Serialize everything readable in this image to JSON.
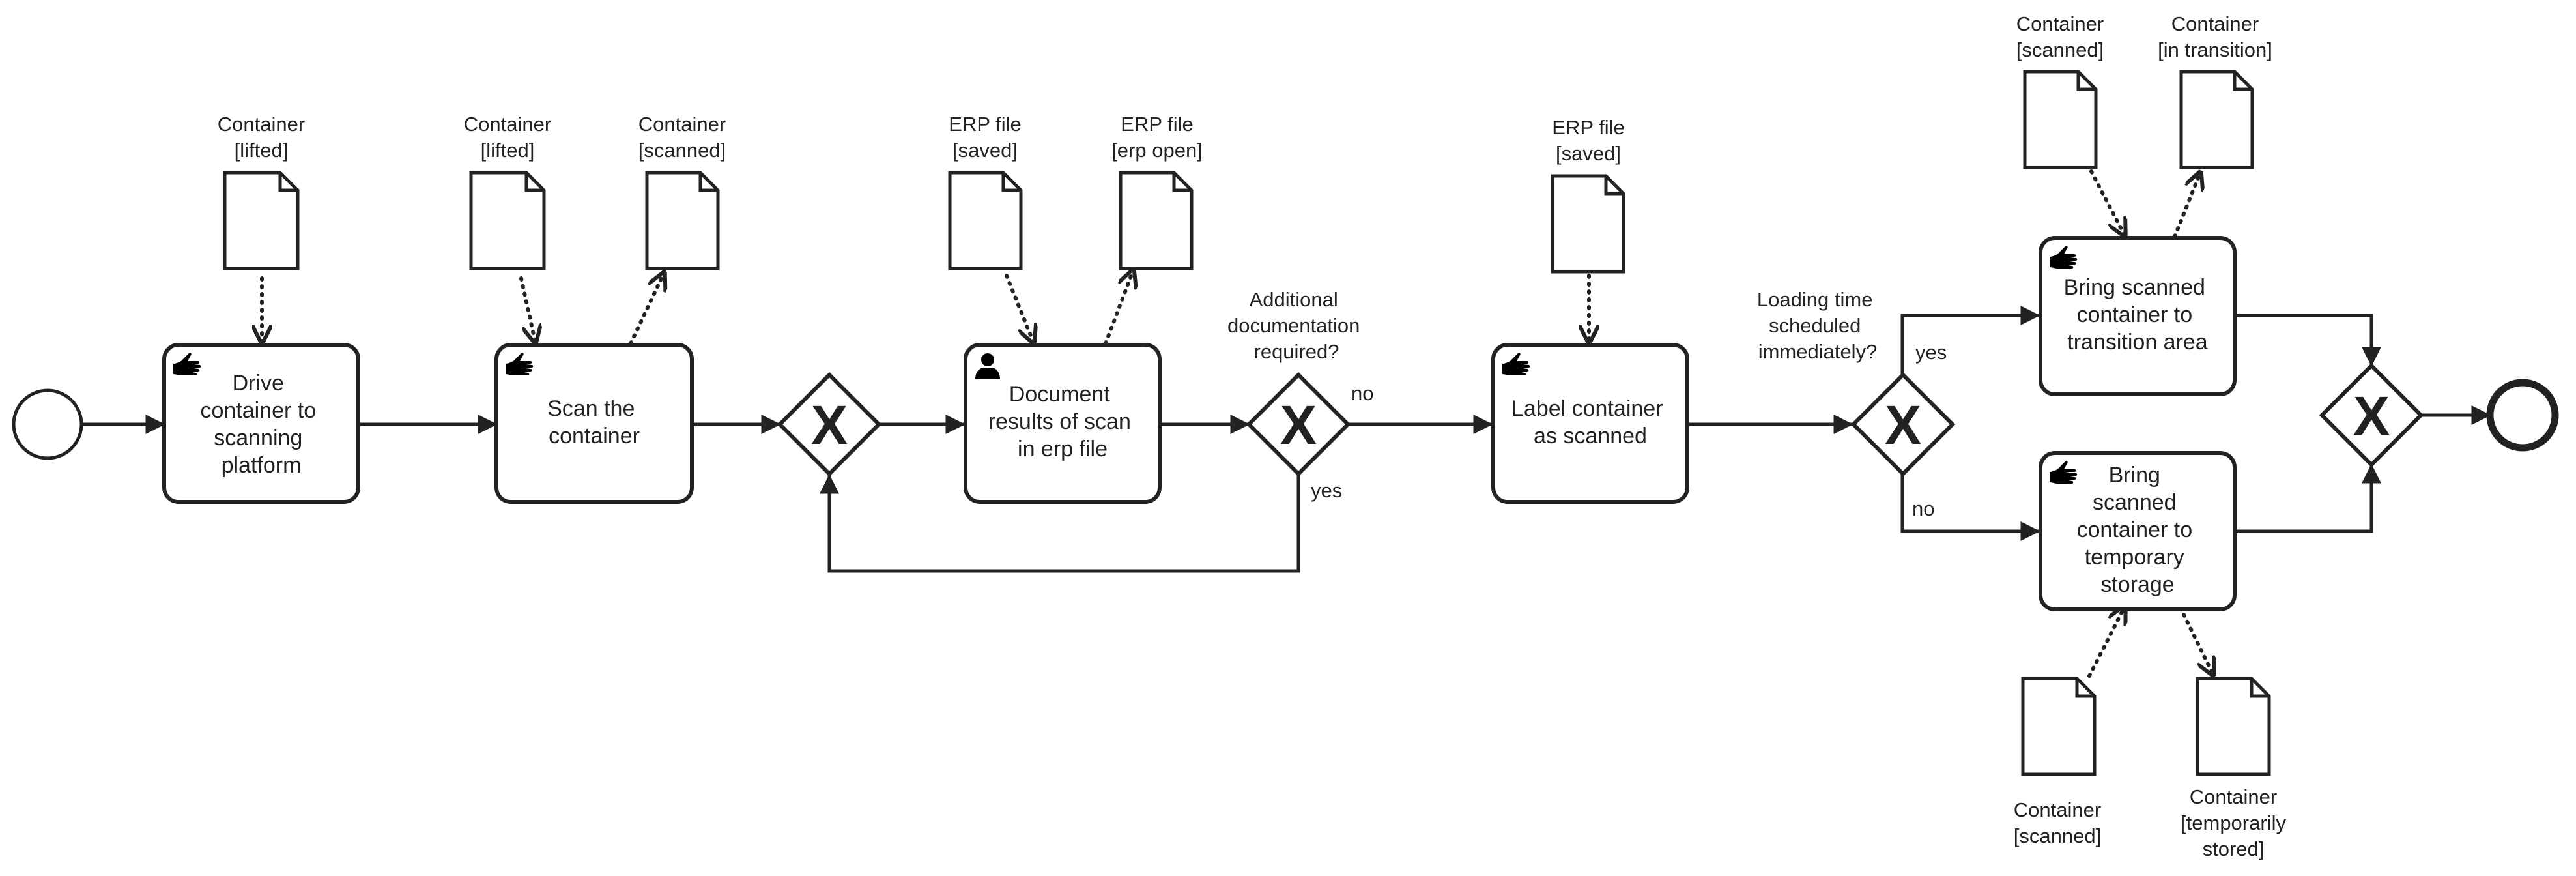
{
  "events": {
    "start": {
      "label": ""
    },
    "end": {
      "label": ""
    }
  },
  "tasks": {
    "drive": {
      "lines": [
        "Drive",
        "container to",
        "scanning",
        "platform"
      ],
      "type": "manual"
    },
    "scan": {
      "lines": [
        "Scan the",
        "container"
      ],
      "type": "manual"
    },
    "document": {
      "lines": [
        "Document",
        "results of scan",
        "in erp file"
      ],
      "type": "user"
    },
    "label": {
      "lines": [
        "Label container",
        "as scanned"
      ],
      "type": "manual"
    },
    "bring_transition": {
      "lines": [
        "Bring scanned",
        "container to",
        "transition area"
      ],
      "type": "manual"
    },
    "bring_temporary": {
      "lines": [
        "Bring",
        "scanned",
        "container to",
        "temporary",
        "storage"
      ],
      "type": "manual"
    }
  },
  "gateways": {
    "additional": {
      "question": [
        "Additional",
        "documentation",
        "required?"
      ],
      "marker": "X"
    },
    "loading": {
      "question": [
        "Loading time",
        "scheduled",
        "immediately?"
      ],
      "marker": "X"
    },
    "merge_loop": {
      "marker": "X"
    },
    "merge_end": {
      "marker": "X"
    }
  },
  "flow_labels": {
    "additional_no": "no",
    "additional_yes": "yes",
    "loading_yes": "yes",
    "loading_no": "no"
  },
  "data_objects": {
    "d1": {
      "lines": [
        "Container",
        "[lifted]"
      ]
    },
    "d2": {
      "lines": [
        "Container",
        "[lifted]"
      ]
    },
    "d3": {
      "lines": [
        "Container",
        "[scanned]"
      ]
    },
    "d4": {
      "lines": [
        "ERP file",
        "[saved]"
      ]
    },
    "d5": {
      "lines": [
        "ERP file",
        "[erp open]"
      ]
    },
    "d6": {
      "lines": [
        "ERP file",
        "[saved]"
      ]
    },
    "d7": {
      "lines": [
        "Container",
        "[scanned]"
      ]
    },
    "d8": {
      "lines": [
        "Container",
        "[in transition]"
      ]
    },
    "d9": {
      "lines": [
        "Container",
        "[scanned]"
      ]
    },
    "d10": {
      "lines": [
        "Container",
        "[temporarily",
        "stored]"
      ]
    }
  }
}
